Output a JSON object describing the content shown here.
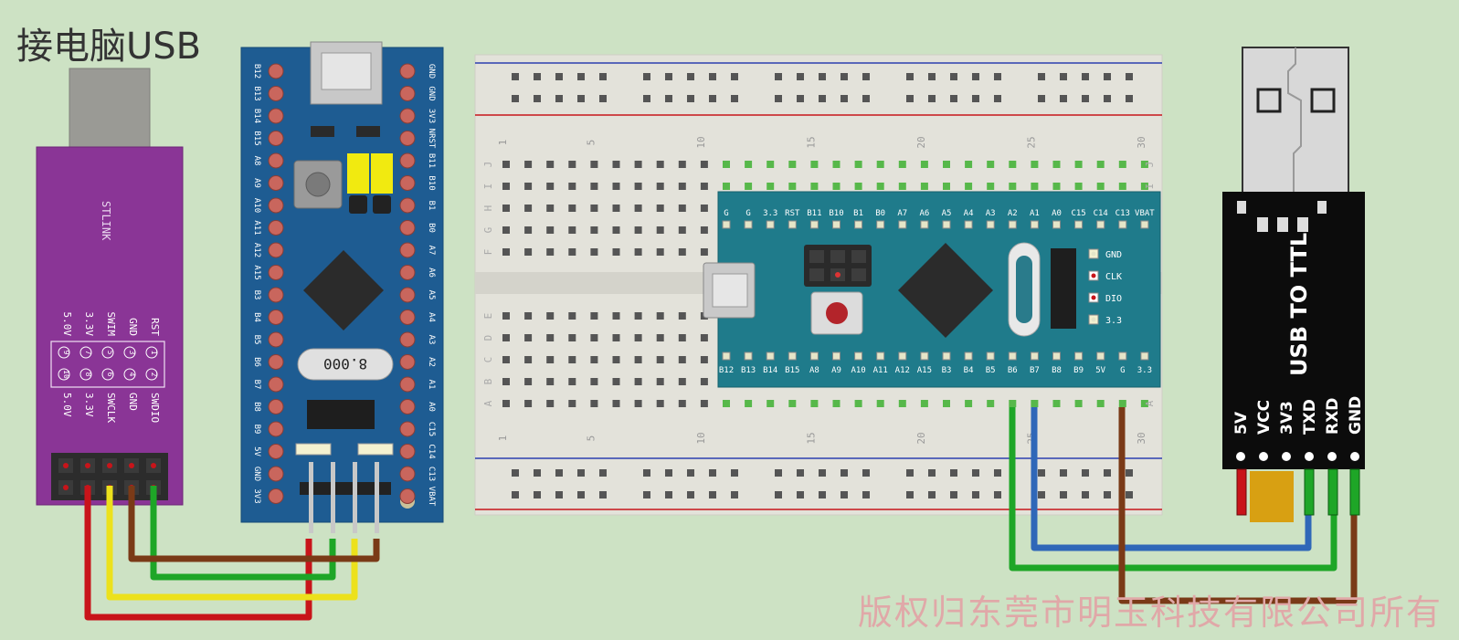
{
  "title": "接电脑USB",
  "watermark": "版权归东莞市明玉科技有限公司所有",
  "stlink": {
    "name": "STLINK",
    "pins_top": [
      "RST",
      "GND",
      "SWIM",
      "3.3V",
      "5.0V"
    ],
    "pins_bottom": [
      "SWDIO",
      "GND",
      "SWCLK",
      "3.3V",
      "5.0V"
    ],
    "pin_numbers_top": [
      "1",
      "3",
      "5",
      "7",
      "9"
    ],
    "pin_numbers_bottom": [
      "2",
      "4",
      "6",
      "8",
      "10"
    ]
  },
  "bluepill": {
    "left_pins": [
      "B12",
      "B13",
      "B14",
      "B15",
      "A8",
      "A9",
      "A10",
      "A11",
      "A12",
      "A15",
      "B3",
      "B4",
      "B5",
      "B6",
      "B7",
      "B8",
      "B9",
      "5V",
      "GND",
      "3V3"
    ],
    "right_pins": [
      "GND",
      "GND",
      "3V3",
      "NRST",
      "B11",
      "B10",
      "B1",
      "B0",
      "A7",
      "A6",
      "A5",
      "A4",
      "A3",
      "A2",
      "A1",
      "A0",
      "C15",
      "C14",
      "C13",
      "VBAT"
    ],
    "crystal": "8.000"
  },
  "breadboard": {
    "row_letters_top": [
      "J",
      "I",
      "H",
      "G",
      "F"
    ],
    "row_letters_bottom": [
      "E",
      "D",
      "C",
      "B",
      "A"
    ],
    "column_numbers": [
      "1",
      "5",
      "10",
      "15",
      "20",
      "25",
      "30"
    ]
  },
  "board_on_breadboard": {
    "top_pins": [
      "G",
      "G",
      "3.3",
      "RST",
      "B11",
      "B10",
      "B1",
      "B0",
      "A7",
      "A6",
      "A5",
      "A4",
      "A3",
      "A2",
      "A1",
      "A0",
      "C15",
      "C14",
      "C13",
      "VBAT"
    ],
    "bottom_pins": [
      "B12",
      "B13",
      "B14",
      "B15",
      "A8",
      "A9",
      "A10",
      "A11",
      "A12",
      "A15",
      "B3",
      "B4",
      "B5",
      "B6",
      "B7",
      "B8",
      "B9",
      "5V",
      "G",
      "3.3"
    ],
    "side_pins": [
      "GND",
      "CLK",
      "DIO",
      "3.3"
    ]
  },
  "usb_ttl": {
    "name": "USB TO TTL",
    "pins": [
      "5V",
      "VCC",
      "3V3",
      "TXD",
      "RXD",
      "GND"
    ]
  },
  "colors": {
    "red": "#c8141a",
    "yellow": "#ece11c",
    "green": "#1ea627",
    "brown": "#7a3a17",
    "blue": "#2f67b8",
    "stlink_body": "#8a3596",
    "pcb_blue": "#1e5c92",
    "pcb_teal": "#1f7b8b",
    "breadboard": "#e3e2da"
  }
}
